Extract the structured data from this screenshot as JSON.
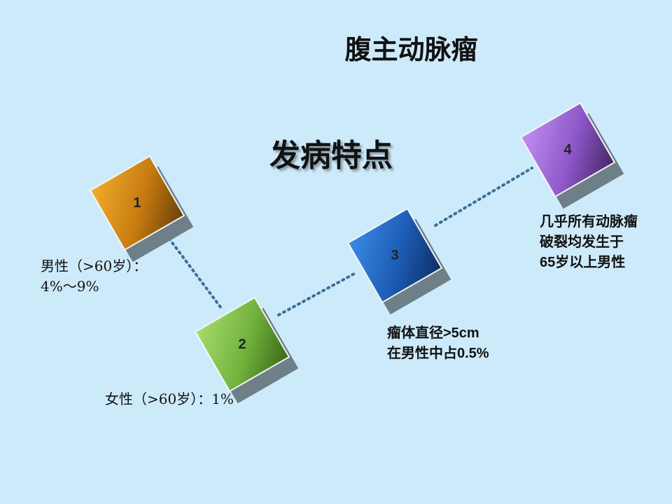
{
  "title": "腹主动脉瘤",
  "subtitle": "发病特点",
  "nodes": [
    {
      "number": "1",
      "color": "#e39a1f"
    },
    {
      "number": "2",
      "color": "#8ccf58"
    },
    {
      "number": "3",
      "color": "#2a6fcf"
    },
    {
      "number": "4",
      "color": "#a974e4"
    }
  ],
  "notes": {
    "n1": {
      "line1": "男性（>60岁）：",
      "line2": "4%～9%"
    },
    "n2": {
      "line1": "女性（>60岁）：1%"
    },
    "n3": {
      "line1": "瘤体直径>5cm",
      "line2": "在男性中占0.5%"
    },
    "n4": {
      "line1": "几乎所有动脉瘤",
      "line2": "破裂均发生于",
      "line3": "65岁以上男性"
    }
  },
  "connector_color": "#3a6f96",
  "background": "#cdeafb"
}
